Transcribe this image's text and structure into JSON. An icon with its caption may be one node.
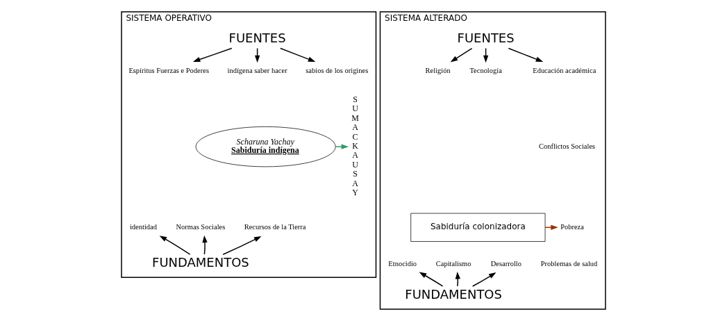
{
  "diagram": {
    "nodes": [
      {
        "text": [
          "SISTEMA OPERATIVO"
        ]
      },
      {
        "text": [
          "FUENTES"
        ],
        "in": 0
      },
      {
        "text": [
          "Espíritus Fuerzas e Poderes"
        ],
        "in": 0
      },
      {
        "text": [
          "indígena saber hacer"
        ],
        "in": 0
      },
      {
        "text": [
          "sabios de los origines"
        ],
        "in": 0
      },
      {
        "text": [
          "Scharuna Yachay",
          "Sabiduría indígena"
        ],
        "in": 0
      },
      {
        "text": [
          "Normas Sociales"
        ],
        "in": 0
      },
      {
        "text": [
          "Recursos de la Tierra"
        ],
        "in": 0
      },
      {
        "text": [
          "identidad"
        ],
        "in": 0
      },
      {
        "text": [
          "FUNDAMENTOS"
        ],
        "in": 0
      },
      {
        "text": [
          "S U M A C K A U S A Y"
        ],
        "in": 0
      },
      {
        "text": [
          "SISTEMA ALTERADO"
        ]
      },
      {
        "text": [
          "FUENTES"
        ],
        "in": 11
      },
      {
        "text": [
          "Religión"
        ],
        "in": 11
      },
      {
        "text": [
          "Tecnología"
        ],
        "in": 11
      },
      {
        "text": [
          "Educación académica"
        ],
        "in": 11
      },
      {
        "text": [
          "Sabiduría colonizadora"
        ],
        "in": 11
      },
      {
        "text": [
          "Conflictos Sociales"
        ],
        "in": 11
      },
      {
        "text": [
          "Pobreza"
        ],
        "in": 11
      },
      {
        "text": [
          "Problemas de salud"
        ],
        "in": 11
      },
      {
        "text": [
          "Capitalismo"
        ],
        "in": 11
      },
      {
        "text": [
          "Desarrollo"
        ],
        "in": 11
      },
      {
        "text": [
          "Etnocidio"
        ],
        "in": 11
      },
      {
        "text": [
          "FUNDAMENTOS"
        ],
        "in": 11
      }
    ],
    "edges": [
      {
        "from": 1,
        "to": 2,
        "arrow": "to"
      },
      {
        "from": 1,
        "to": 3,
        "arrow": "to"
      },
      {
        "from": 1,
        "to": 4,
        "arrow": "to"
      },
      {
        "from": 5,
        "to": 10,
        "arrow": "to",
        "color": "#339966"
      },
      {
        "from": 9,
        "to": 6,
        "arrow": "to"
      },
      {
        "from": 9,
        "to": 7,
        "arrow": "to"
      },
      {
        "from": 9,
        "to": 8,
        "arrow": "to"
      },
      {
        "from": 12,
        "to": 13,
        "arrow": "to"
      },
      {
        "from": 12,
        "to": 14,
        "arrow": "to"
      },
      {
        "from": 12,
        "to": 15,
        "arrow": "to"
      },
      {
        "from": 16,
        "to": 18,
        "arrow": "to",
        "color": "#993300"
      },
      {
        "from": 23,
        "to": 20,
        "arrow": "to"
      },
      {
        "from": 23,
        "to": 21,
        "arrow": "to"
      },
      {
        "from": 23,
        "to": 22,
        "arrow": "to"
      }
    ]
  }
}
